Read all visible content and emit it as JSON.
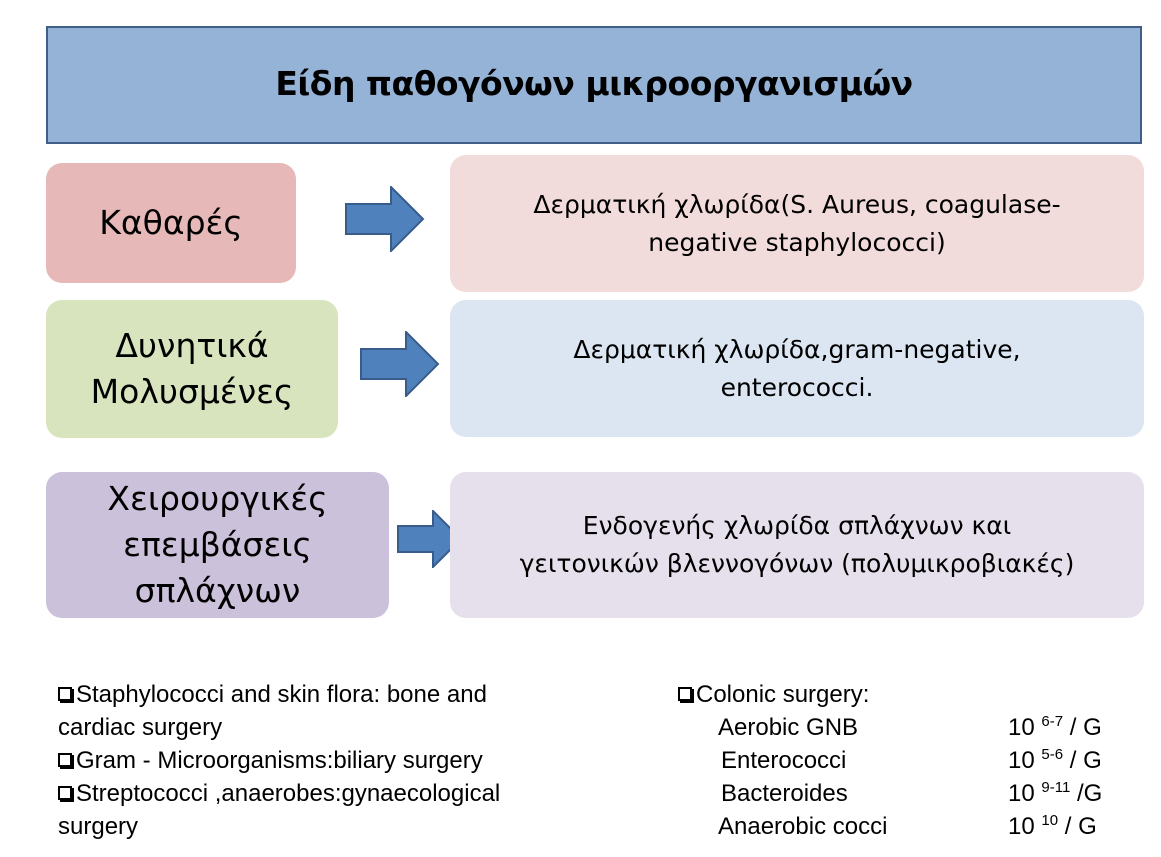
{
  "title": "Είδη παθογόνων μικροοργανισμών",
  "rows": [
    {
      "category_lines": [
        "Καθαρές"
      ],
      "description_lines": [
        "Δερματική χλωρίδα(S. Aureus, coagulase-",
        "negative staphylococci)"
      ],
      "category_color": "#e6b9b8",
      "description_color": "#f2dcdb"
    },
    {
      "category_lines": [
        "Δυνητικά",
        "Μολυσμένες"
      ],
      "description_lines": [
        "Δερματική χλωρίδα,gram-negative,",
        "enterococci."
      ],
      "category_color": "#d7e4bd",
      "description_color": "#dce6f2"
    },
    {
      "category_lines": [
        "Χειρουργικές",
        "επεμβάσεις",
        "σπλάχνων"
      ],
      "description_lines": [
        "Ενδογενής χλωρίδα σπλάχνων και",
        "γειτονικών βλεννογόνων (πολυμικροβιακές)"
      ],
      "category_color": "#ccc1da",
      "description_color": "#e6e0ec"
    }
  ],
  "arrow_icon": "right-arrow-icon",
  "arrow_color": "#4f81bd",
  "left_notes": [
    {
      "checkbox": true,
      "text": "Staphylococci and skin flora: bone and"
    },
    {
      "checkbox": false,
      "text": "cardiac surgery"
    },
    {
      "checkbox": true,
      "text": "Gram - Microorganisms:biliary surgery"
    },
    {
      "checkbox": true,
      "text": "Streptococci ,anaerobes:gynaecological"
    },
    {
      "checkbox": false,
      "text": "surgery"
    }
  ],
  "colonic": {
    "header": "Colonic surgery:",
    "items": [
      {
        "name": "Aerobic GNB",
        "base": "10 ",
        "exp": "6-7",
        "unit": " / G"
      },
      {
        "name": "Enterococci",
        "base": "10 ",
        "exp": "5-6",
        "unit": " / G"
      },
      {
        "name": "Bacteroides",
        "base": "10 ",
        "exp": "9-11",
        "unit": " /G"
      },
      {
        "name": "Anaerobic cocci",
        "base": "10 ",
        "exp": "10",
        "unit": " / G"
      }
    ]
  }
}
